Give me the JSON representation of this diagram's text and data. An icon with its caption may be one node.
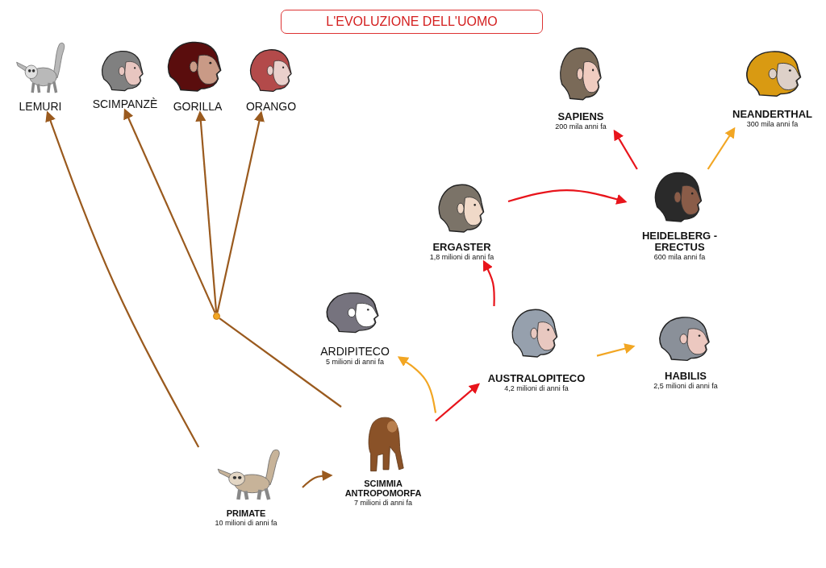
{
  "diagram": {
    "title": "L'EVOLUZIONE DELL'UOMO",
    "nodes": [
      {
        "text": [
          "LEMURI"
        ]
      },
      {
        "text": [
          "SCIMPANZÈ"
        ]
      },
      {
        "text": [
          "GORILLA"
        ]
      },
      {
        "text": [
          "ORANGO"
        ]
      },
      {
        "text": [
          "SAPIENS",
          "200 mila anni fa"
        ]
      },
      {
        "text": [
          "NEANDERTHAL",
          "300 mila anni fa"
        ]
      },
      {
        "text": [
          "ERGASTER",
          "1,8 milioni di anni fa"
        ]
      },
      {
        "text": [
          "HEIDELBERG - ERECTUS",
          "600 mila anni fa"
        ]
      },
      {
        "text": [
          "ARDIPITECO",
          "5 milioni di anni fa"
        ]
      },
      {
        "text": [
          "AUSTRALOPITECO",
          "4,2 milioni di anni fa"
        ]
      },
      {
        "text": [
          "HABILIS",
          "2,5 milioni di anni fa"
        ]
      },
      {
        "text": [
          "SCIMMIA ANTROPOMORFA",
          "7 milioni di anni fa"
        ]
      },
      {
        "text": [
          "PRIMATE",
          "10 milioni di anni fa"
        ]
      },
      {
        "text": [],
        "shape": "circle"
      }
    ],
    "edges": [
      {
        "from": 12,
        "to": 0,
        "arrow": "to"
      },
      {
        "from": 11,
        "to": 13,
        "arrow": "none"
      },
      {
        "from": 13,
        "to": 1,
        "arrow": "to"
      },
      {
        "from": 13,
        "to": 2,
        "arrow": "to"
      },
      {
        "from": 13,
        "to": 3,
        "arrow": "to"
      },
      {
        "from": 12,
        "to": 11,
        "arrow": "to"
      },
      {
        "from": 11,
        "to": 9,
        "arrow": "to",
        "color": "#e8141b"
      },
      {
        "from": 11,
        "to": 8,
        "arrow": "to",
        "color": "#f2a623"
      },
      {
        "from": 9,
        "to": 6,
        "arrow": "to",
        "color": "#e8141b"
      },
      {
        "from": 9,
        "to": 10,
        "arrow": "to",
        "color": "#f2a623"
      },
      {
        "from": 6,
        "to": 7,
        "arrow": "to",
        "color": "#e8141b"
      },
      {
        "from": 7,
        "to": 4,
        "arrow": "to",
        "color": "#e8141b"
      },
      {
        "from": 7,
        "to": 5,
        "arrow": "to",
        "color": "#f2a623"
      }
    ]
  }
}
